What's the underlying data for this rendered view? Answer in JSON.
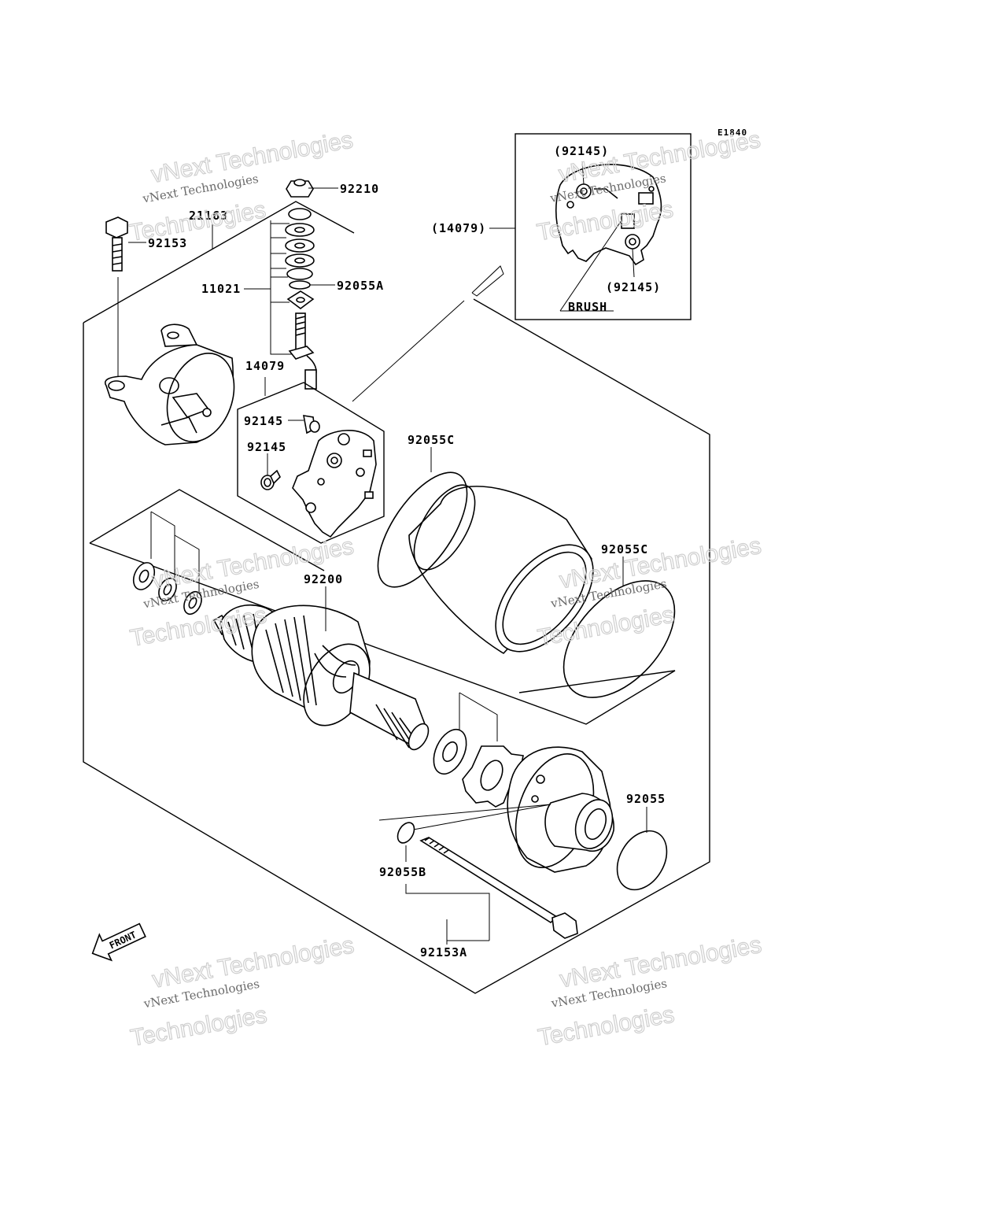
{
  "diagram": {
    "code": "E1840",
    "front_label": "FRONT",
    "brush_label": "BRUSH",
    "watermark": {
      "line1": "vNext Technologies",
      "line2": "vNext Technologies",
      "line3": "Technologies"
    },
    "parts": {
      "p92210": "92210",
      "p21163": "21163",
      "p92153": "92153",
      "p11021": "11021",
      "p92055A": "92055A",
      "p14079": "14079",
      "p92145a": "92145",
      "p92145b": "92145",
      "p92055C_top": "92055C",
      "p92055C_right": "92055C",
      "p92200": "92200",
      "p92055": "92055",
      "p92055B": "92055B",
      "p92153A": "92153A",
      "inset_14079": "(14079)",
      "inset_92145_top": "(92145)",
      "inset_92145_bottom": "(92145)"
    }
  }
}
